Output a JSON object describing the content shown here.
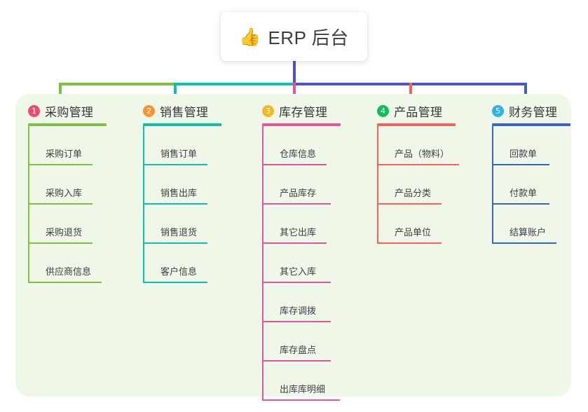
{
  "root": {
    "emoji": "👍",
    "icon_name": "thumbs-up-icon",
    "title": "ERP 后台"
  },
  "theme": {
    "page_background": "#ffffff",
    "panel_background": "#eff7e9",
    "node_background": "#ffffff",
    "text_color": "#3c3e43",
    "trunk_color": "#4f52c4"
  },
  "columns": [
    {
      "index": "1",
      "badge_color": "#f04a6e",
      "line_color": "#7cc143",
      "title": "采购管理",
      "items": [
        {
          "label": "采购订单"
        },
        {
          "label": "采购入库"
        },
        {
          "label": "采购退货"
        },
        {
          "label": "供应商信息"
        }
      ]
    },
    {
      "index": "2",
      "badge_color": "#f79433",
      "line_color": "#10bfa6",
      "title": "销售管理",
      "items": [
        {
          "label": "销售订单"
        },
        {
          "label": "销售出库"
        },
        {
          "label": "销售退货"
        },
        {
          "label": "客户信息"
        }
      ]
    },
    {
      "index": "3",
      "badge_color": "#f5b920",
      "line_color": "#e8539c",
      "title": "库存管理",
      "items": [
        {
          "label": "仓库信息"
        },
        {
          "label": "产品库存"
        },
        {
          "label": "其它出库"
        },
        {
          "label": "其它入库"
        },
        {
          "label": "库存调拨"
        },
        {
          "label": "库存盘点"
        },
        {
          "label": "出库库明细"
        }
      ]
    },
    {
      "index": "4",
      "badge_color": "#18b95b",
      "line_color": "#f4605c",
      "title": "产品管理",
      "items": [
        {
          "label": "产品（物料）"
        },
        {
          "label": "产品分类"
        },
        {
          "label": "产品单位"
        }
      ]
    },
    {
      "index": "5",
      "badge_color": "#28b6e8",
      "line_color": "#3a63c8",
      "title": "财务管理",
      "items": [
        {
          "label": "回款单"
        },
        {
          "label": "付款单"
        },
        {
          "label": "结算账户"
        }
      ]
    }
  ]
}
